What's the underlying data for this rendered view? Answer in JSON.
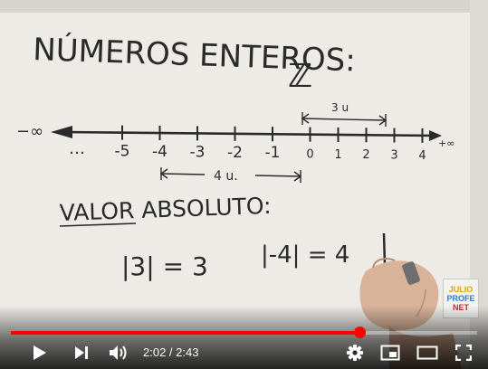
{
  "board": {
    "title": "NÚMEROS ENTEROS:",
    "set_symbol": "ℤ",
    "neg_infinity": "−∞",
    "pos_infinity": "+∞",
    "ellipsis": "…",
    "tick_labels": [
      "-5",
      "-4",
      "-3",
      "-2",
      "-1",
      "0",
      "1",
      "2",
      "3",
      "4"
    ],
    "distance_right": "3 u",
    "distance_left": "4 u.",
    "subtitle": "VALOR ABSOLUTO:",
    "example1": "|3| = 3",
    "example2": "|-4| = 4"
  },
  "logo": {
    "line1": "JULIO",
    "line2": "PROFE",
    "line3": "NET"
  },
  "player": {
    "current_time": "2:02",
    "duration": "2:43",
    "time_display": "2:02 / 2:43",
    "progress_fraction": 0.748
  },
  "icons": {
    "play": "play-icon",
    "next": "next-icon",
    "volume": "volume-icon",
    "settings": "gear-icon",
    "miniplayer": "miniplayer-icon",
    "theater": "theater-mode-icon",
    "fullscreen": "fullscreen-icon"
  },
  "colors": {
    "progress": "#ff0000",
    "ink": "#2a2a2a"
  }
}
